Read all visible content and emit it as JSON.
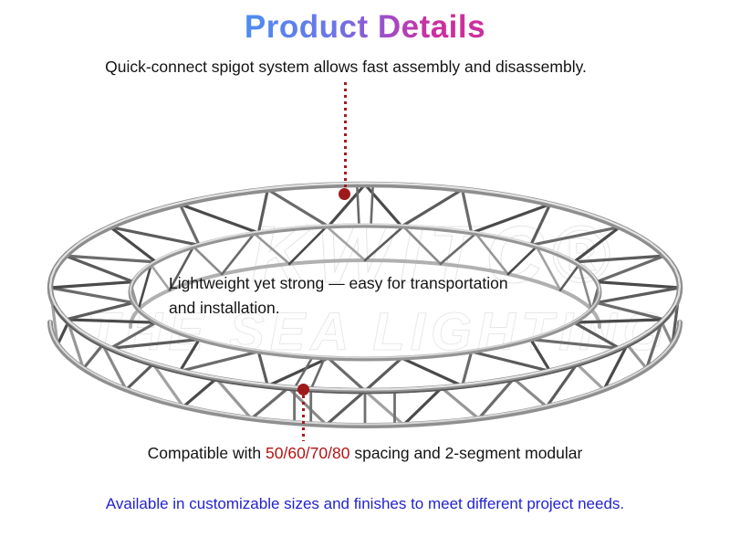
{
  "page": {
    "background": "#ffffff"
  },
  "title": {
    "text": "Product Details",
    "gradient_colors": [
      "#4d8df0",
      "#9c4fc9",
      "#cc2f9e"
    ]
  },
  "annotations": {
    "top": {
      "text": "Quick-connect spigot system allows fast assembly and disassembly."
    },
    "middle": {
      "line1": "Lightweight yet strong — easy for transportation",
      "line2": "and installation."
    },
    "compatibility": {
      "prefix": "Compatible with ",
      "highlight": "50/60/70/80",
      "suffix": " spacing and 2-segment modular",
      "highlight_color": "#b01414"
    },
    "footer": {
      "text": "Available in customizable sizes and finishes to meet different project needs.",
      "color": "#2323cf"
    }
  },
  "callouts": {
    "color": "#a31b1b",
    "dot_color": "#9e1a1a"
  },
  "watermark": {
    "line1": "KWITC®",
    "line2": "THE SEA LIGHTING"
  }
}
